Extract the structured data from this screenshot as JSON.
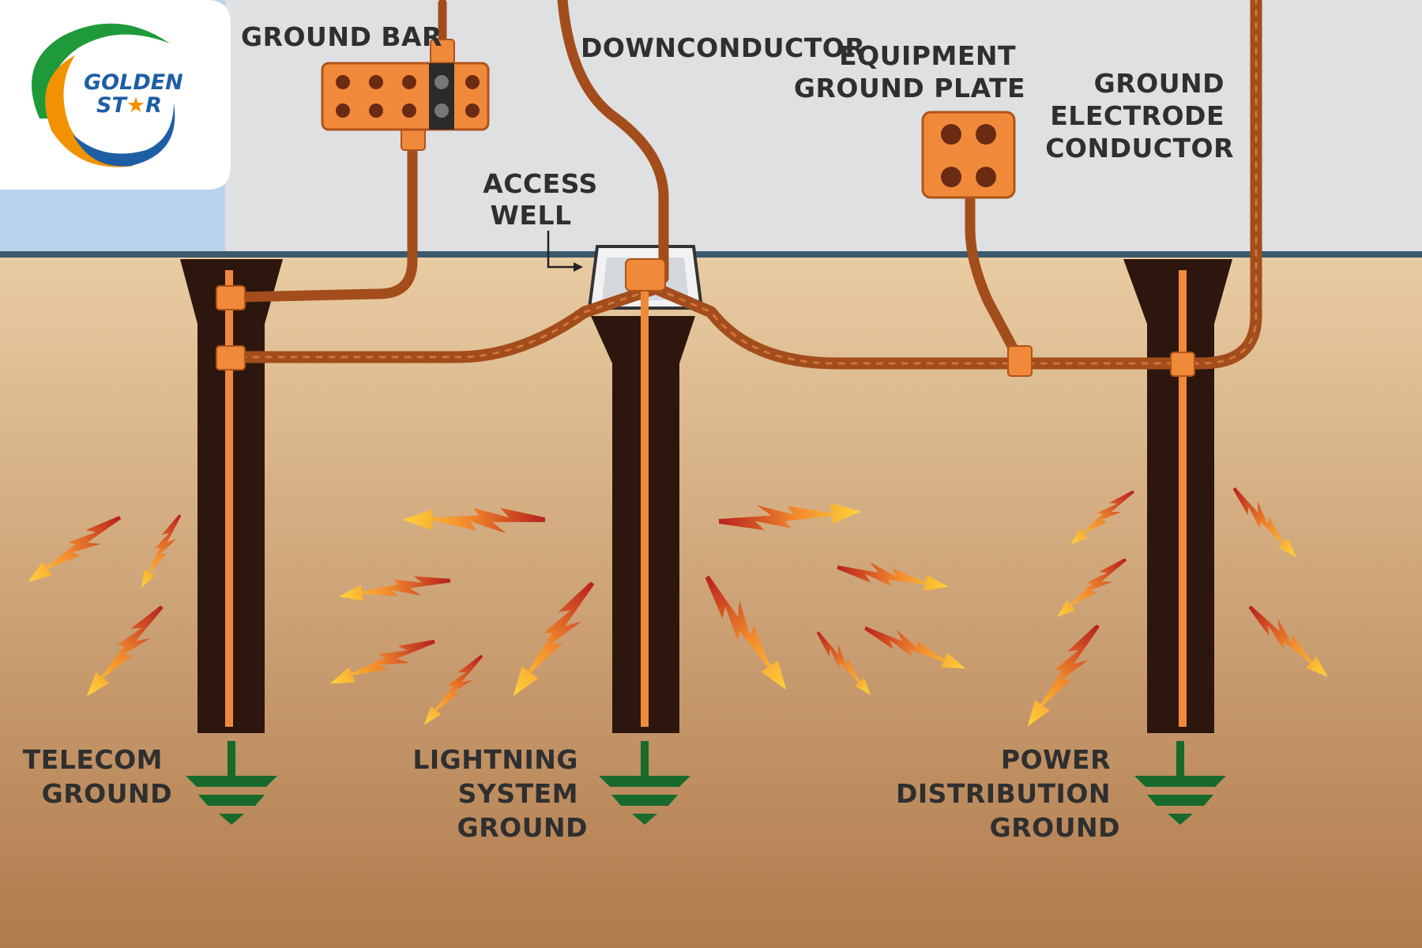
{
  "logo": {
    "line1": "GOLDEN",
    "line2a": "ST",
    "line2b": "R"
  },
  "labels": {
    "ground_bar": "GROUND BAR",
    "downconductor": "DOWNCONDUCTOR",
    "equipment_ground_plate": [
      "EQUIPMENT",
      "GROUND PLATE"
    ],
    "ground_electrode_conductor": [
      "GROUND",
      "ELECTRODE",
      "CONDUCTOR"
    ],
    "access_well": [
      "ACCESS",
      "WELL"
    ],
    "telecom_ground": [
      "TELECOM",
      "GROUND"
    ],
    "lightning_system_ground": [
      "LIGHTNING",
      "SYSTEM",
      "GROUND"
    ],
    "power_distribution_ground": [
      "POWER",
      "DISTRIBUTION",
      "GROUND"
    ]
  },
  "colors": {
    "building_wall": "#dfe0e2",
    "sky": "#b9d3ee",
    "soil_top": "#e9cca2",
    "soil_bottom": "#b07a4c",
    "conductor": "#a34d1c",
    "conductor_highlight": "#d0753a",
    "rod": "#f08a3a",
    "pit": "#2c160d",
    "fitting": "#f08a3a",
    "ground_symbol": "#17692c",
    "logo_green": "#1f9a3a",
    "logo_orange": "#f39200",
    "logo_blue": "#1e5ea5"
  },
  "icons": [
    "ground-symbol",
    "lightning-arrow",
    "star-icon"
  ]
}
